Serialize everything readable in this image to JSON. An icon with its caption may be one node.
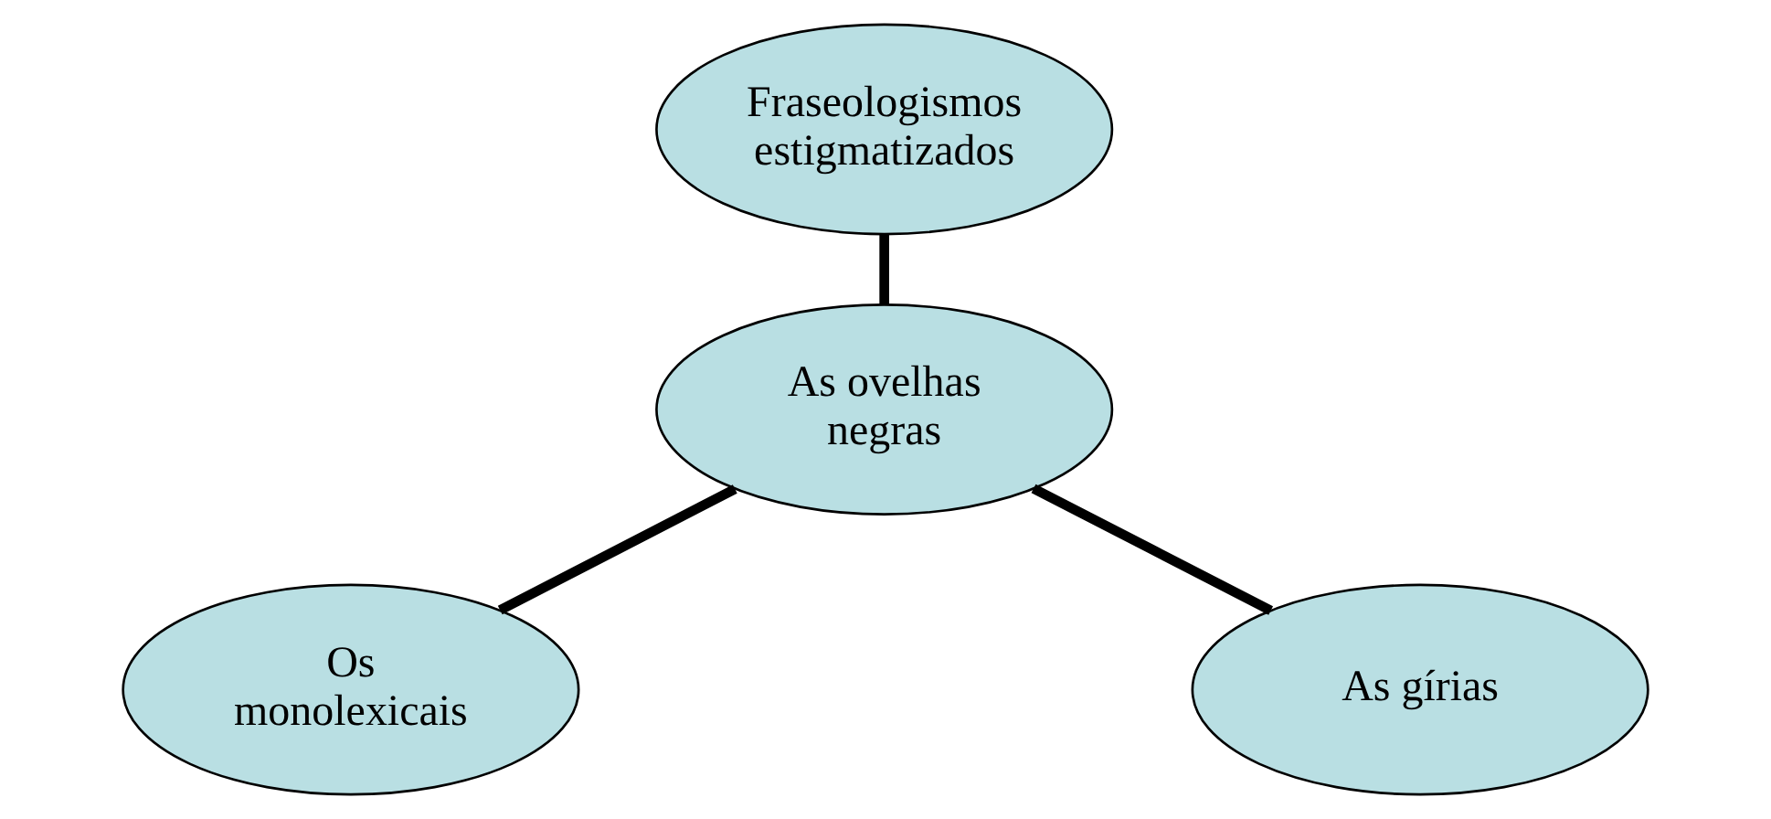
{
  "diagram": {
    "nodes": [
      {
        "text": [
          "Fraseologismos estigmatizados"
        ]
      },
      {
        "text": [
          "As ovelhas negras"
        ]
      },
      {
        "text": [
          "Os monolexicais"
        ]
      },
      {
        "text": [
          "As gírias"
        ]
      }
    ],
    "edges": [
      {
        "from": 0,
        "to": 1,
        "arrow": "none"
      },
      {
        "from": 1,
        "to": 2,
        "arrow": "none"
      },
      {
        "from": 1,
        "to": 3,
        "arrow": "none"
      }
    ]
  }
}
